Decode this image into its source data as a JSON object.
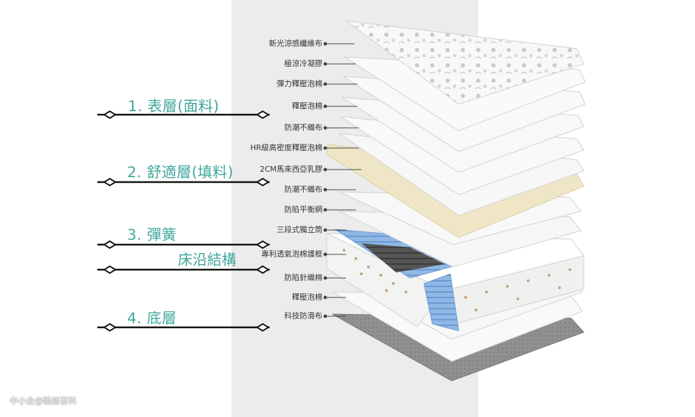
{
  "layer_labels": [
    "新光涼感纖維布",
    "極涼冷凝膠",
    "彈力釋壓泡棉",
    "釋壓泡棉",
    "防潮不織布",
    "HR級高密度釋壓泡棉",
    "2CM馬來西亞乳膠",
    "防潮不織布",
    "防陷平衡網",
    "三段式獨立筒",
    "專利透氣泡棉護框",
    "防陷針織棉",
    "釋壓泡棉",
    "科技防滑布"
  ],
  "sections": [
    {
      "label": "1. 表層(面料)"
    },
    {
      "label": "2. 舒適層(填料)"
    },
    {
      "label": "3. 彈簧"
    },
    {
      "label": "4. 底層"
    }
  ],
  "frame_label": "床沿結構",
  "watermark": "中小企@裝修百科",
  "colors": {
    "accent_teal": "#3fa79a",
    "band_gray": "#ececec",
    "layer_white": "#f7f7f7",
    "latex_cream": "#efe6c5",
    "spring_blue": "#8fb8e6",
    "spring_dark": "#555555",
    "base_gray": "#8e8e8e"
  }
}
